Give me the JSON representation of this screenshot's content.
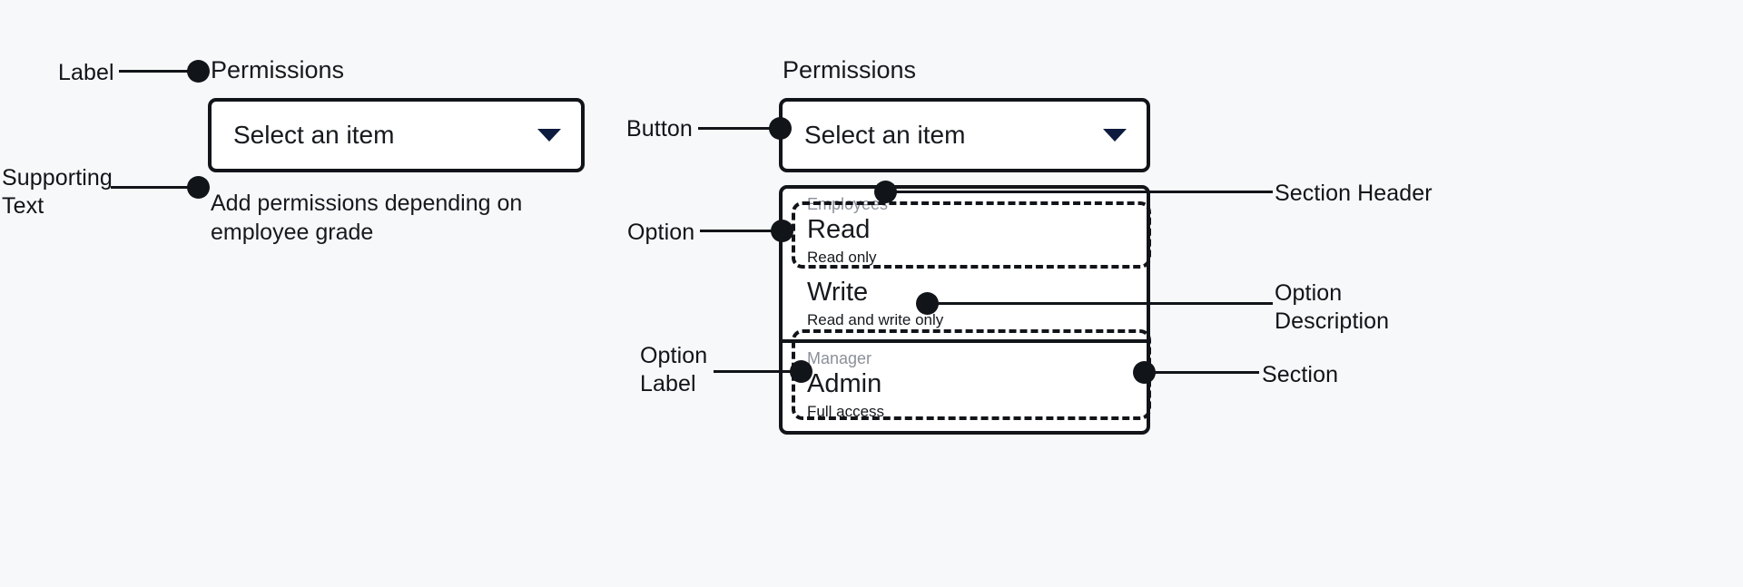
{
  "background_color": "#f6f8fa",
  "ink_color": "#111418",
  "muted_color": "#8b9099",
  "left_specimen": {
    "label": "Permissions",
    "button_value": "Select an item",
    "caret_icon": "chevron-down-icon",
    "supporting_text": "Add permissions depending on employee grade"
  },
  "right_specimen": {
    "label": "Permissions",
    "button_value": "Select an item",
    "caret_icon": "chevron-down-icon",
    "sections": [
      {
        "header": "Employees",
        "options": [
          {
            "label": "Read",
            "description": "Read only"
          },
          {
            "label": "Write",
            "description": "Read and write only"
          }
        ]
      },
      {
        "header": "Manager",
        "options": [
          {
            "label": "Admin",
            "description": "Full access"
          }
        ]
      }
    ]
  },
  "annotations": {
    "label": "Label",
    "supporting_text": "Supporting\nText",
    "button": "Button",
    "option": "Option",
    "option_label": "Option\nLabel",
    "section_header": "Section Header",
    "option_description": "Option\nDescription",
    "section": "Section"
  }
}
